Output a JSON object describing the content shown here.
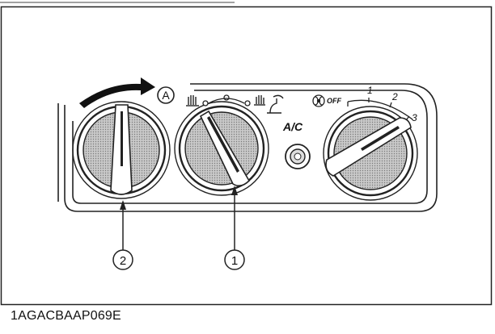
{
  "figure_code": "1AGACBAAP069E",
  "arrow_label": "A",
  "ac_label": "A/C",
  "fan_off_label": "OFF",
  "fan_speeds": [
    "1",
    "2",
    "3"
  ],
  "callouts": [
    {
      "label": "1",
      "target": "mode-knob"
    },
    {
      "label": "2",
      "target": "temperature-knob"
    }
  ],
  "icons": [
    "fan-icon",
    "face-vent-icon",
    "foot-icon",
    "defrost-icon",
    "rotation-arrow-icon"
  ]
}
